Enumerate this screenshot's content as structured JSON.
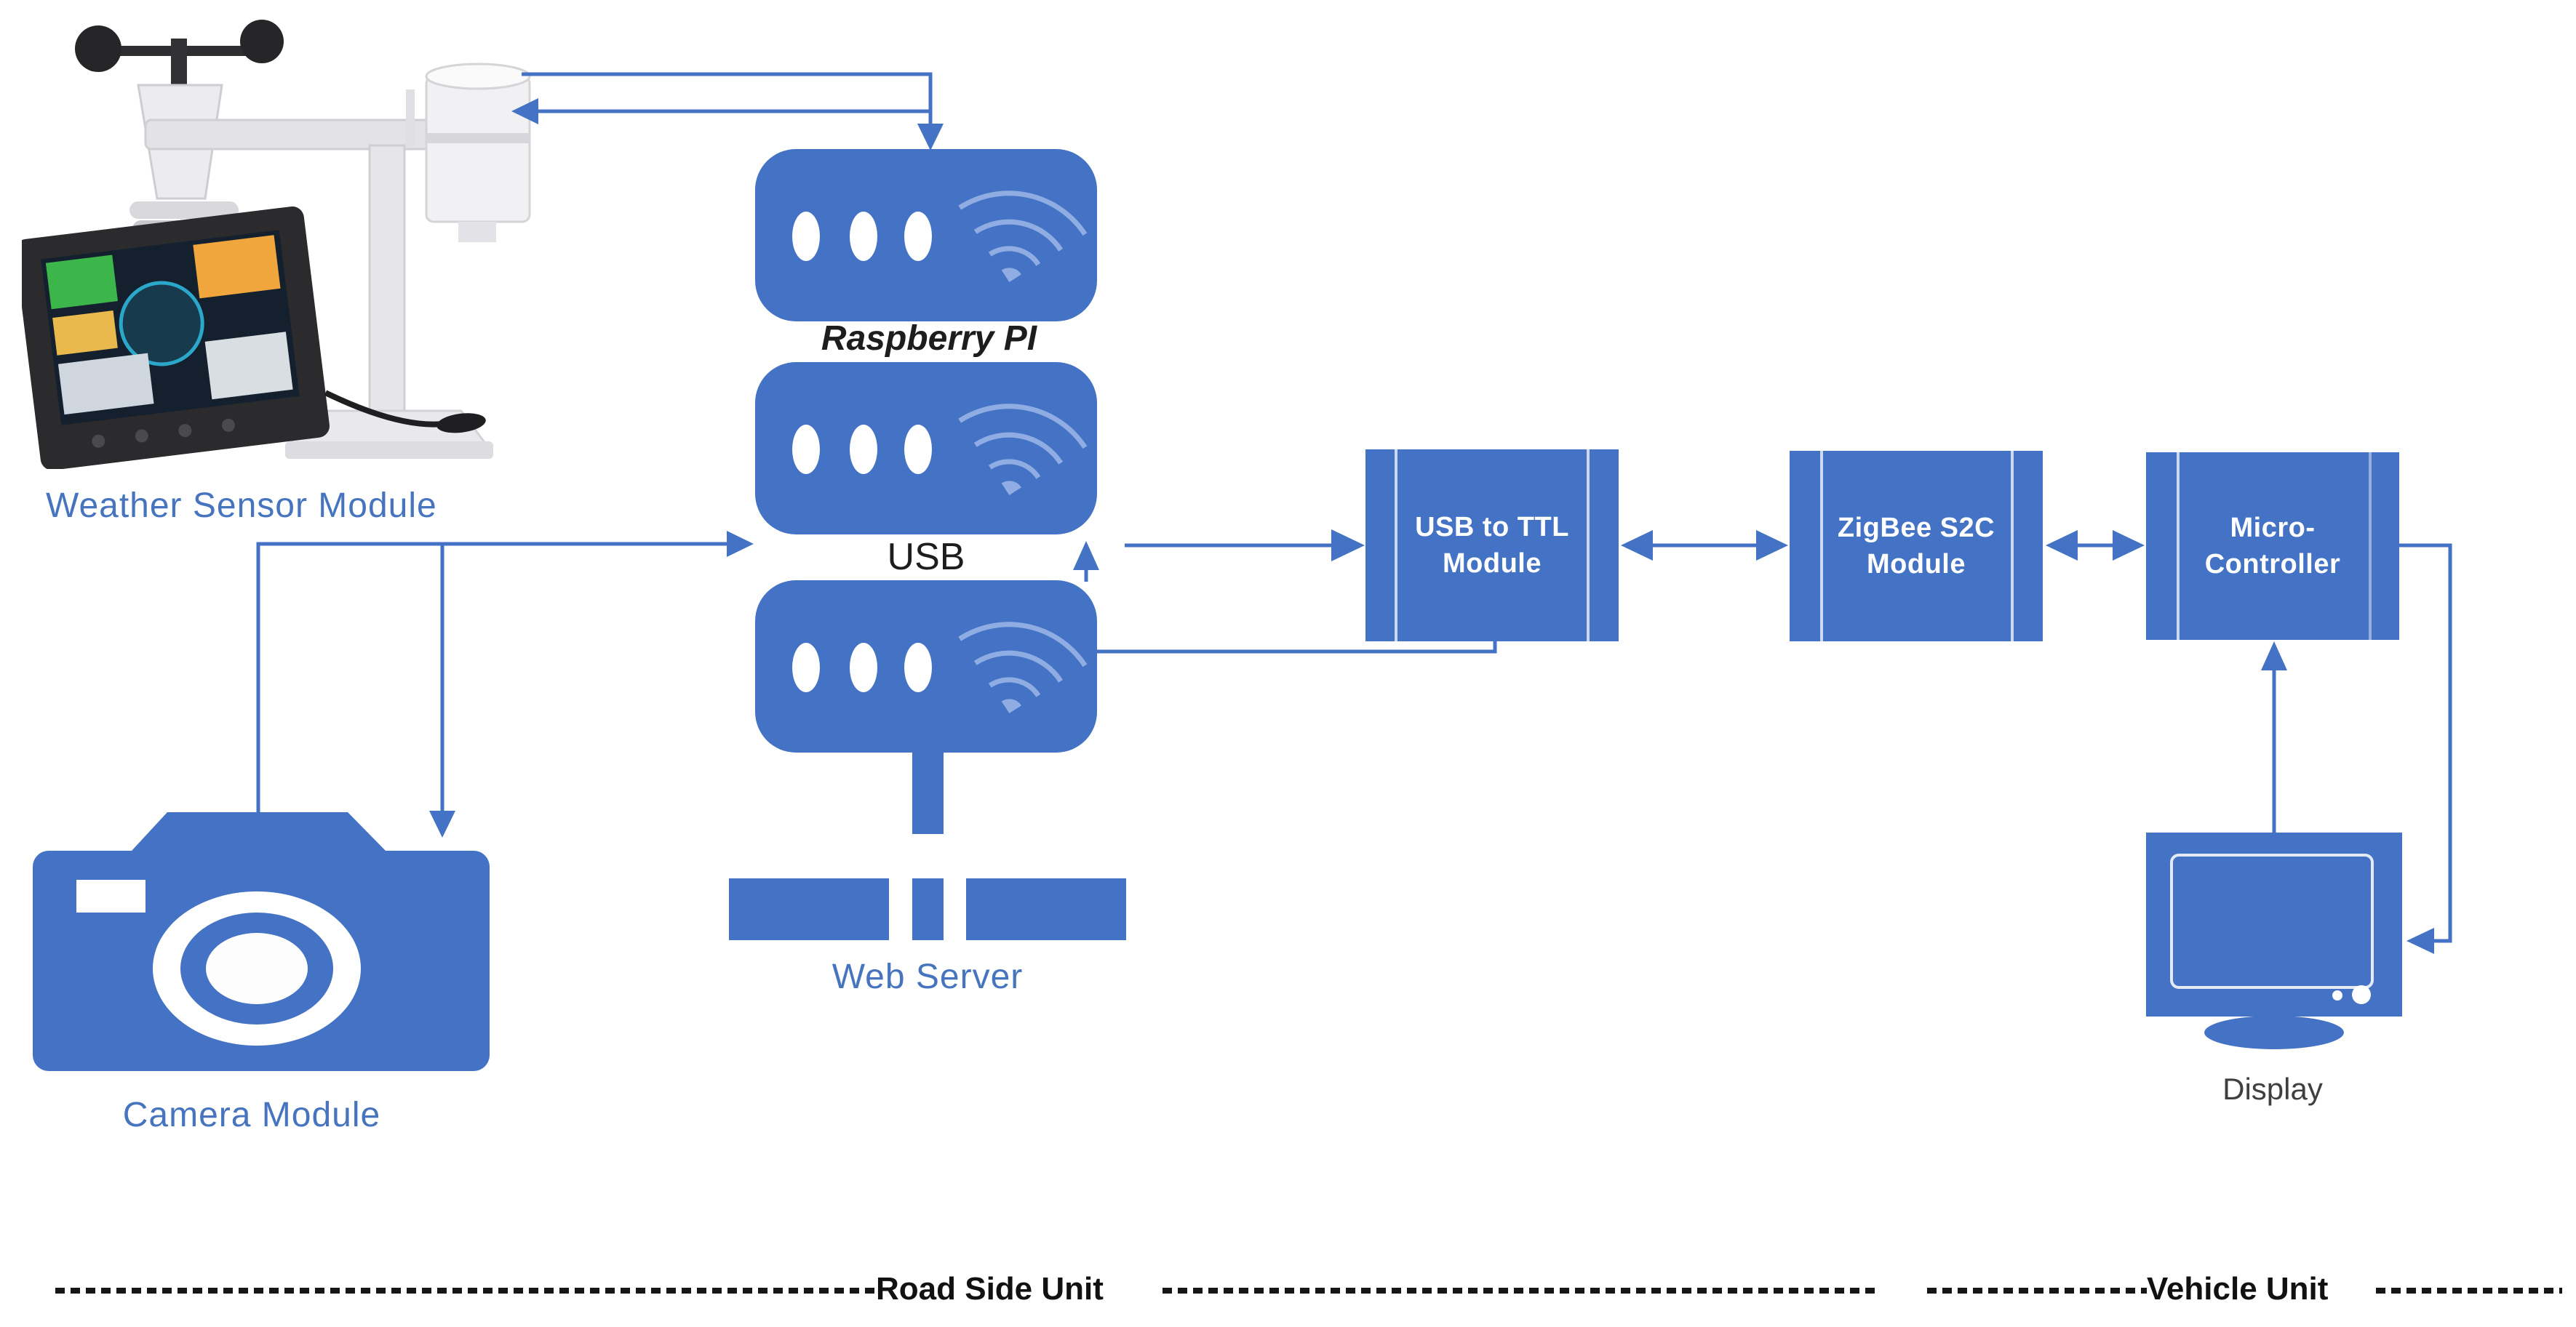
{
  "palette": {
    "accent": "#4472C4",
    "wifi_stroke": "#9db8e8",
    "label_blue": "#4674BE",
    "text_dark": "#1d1d1d",
    "display_gray": "#3f3f3f",
    "separator_black": "#161616"
  },
  "nodes": {
    "weather_sensor": {
      "label": "Weather Sensor Module",
      "icon": "weather-station-photo"
    },
    "camera": {
      "label": "Camera Module",
      "icon": "camera-icon"
    },
    "raspberry_pi": {
      "label": "Raspberry PI",
      "icon": "server-wifi-icon",
      "server_count": 3
    },
    "usb": {
      "label": "USB"
    },
    "web_server": {
      "label": "Web Server",
      "icon": "server-base-icon"
    },
    "usb_ttl": {
      "label": "USB to TTL\nModule"
    },
    "zigbee": {
      "label": "ZigBee S2C\nModule"
    },
    "micro_controller": {
      "label": "Micro-\nController"
    },
    "display": {
      "label": "Display",
      "icon": "monitor-icon"
    }
  },
  "sections": {
    "road_side": "Road Side Unit",
    "vehicle": "Vehicle Unit"
  }
}
